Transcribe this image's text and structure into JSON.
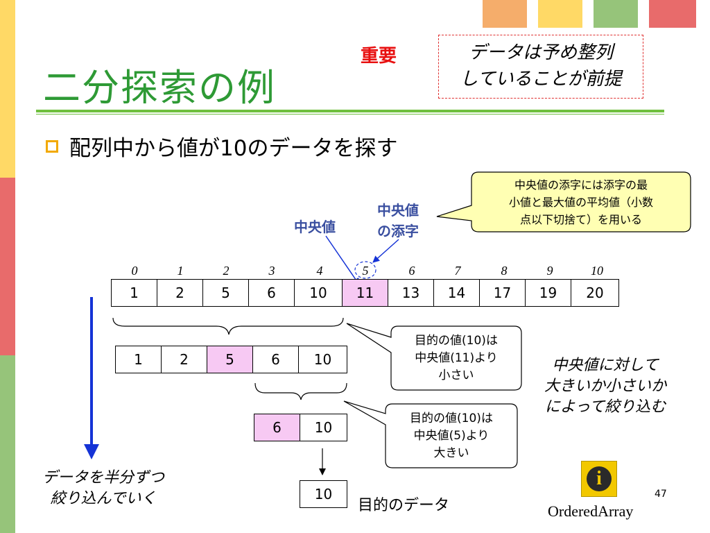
{
  "slide": {
    "title": "二分探索の例",
    "important": "重要",
    "premise_lines": [
      "データは予め整列",
      "していることが前提"
    ],
    "bullet": "配列中から値が10のデータを探す",
    "page_number": "47",
    "logo_label": "OrderedArray",
    "info_icon_glyph": "i"
  },
  "labels": {
    "middle_value": "中央値",
    "middle_index_lines": [
      "中央値",
      "の添字"
    ],
    "yellow_note_lines": [
      "中央値の添字には添字の最",
      "小値と最大値の平均値（小数",
      "点以下切捨て）を用いる"
    ],
    "callout1_lines": [
      "目的の値(10)は",
      "中央値(11)より",
      "小さい"
    ],
    "callout2_lines": [
      "目的の値(10)は",
      "中央値(5)より",
      "大きい"
    ],
    "narrow_note_lines": [
      "中央値に対して",
      "大きいか小さいか",
      "によって絞り込む"
    ],
    "halving_note_lines": [
      "データを半分ずつ",
      "絞り込んでいく"
    ],
    "target_data": "目的のデータ"
  },
  "arrays": {
    "indices": [
      "0",
      "1",
      "2",
      "3",
      "4",
      "5",
      "6",
      "7",
      "8",
      "9",
      "10"
    ],
    "full": [
      "1",
      "2",
      "5",
      "6",
      "10",
      "11",
      "13",
      "14",
      "17",
      "19",
      "20"
    ],
    "half": [
      "1",
      "2",
      "5",
      "6",
      "10"
    ],
    "quarter": [
      "6",
      "10"
    ],
    "final": [
      "10"
    ]
  },
  "colors": {
    "title_green": "#2e9a35",
    "important_red": "#e81010",
    "highlight_pink": "#f7c9f3",
    "note_yellow": "#ffffb3",
    "arrow_blue": "#1533d6",
    "label_blue": "#3a4fa0",
    "stripe_yellow": "#ffd966",
    "stripe_red": "#e86b6b",
    "stripe_green": "#96c47a",
    "square_orange": "#f5ad6b"
  }
}
